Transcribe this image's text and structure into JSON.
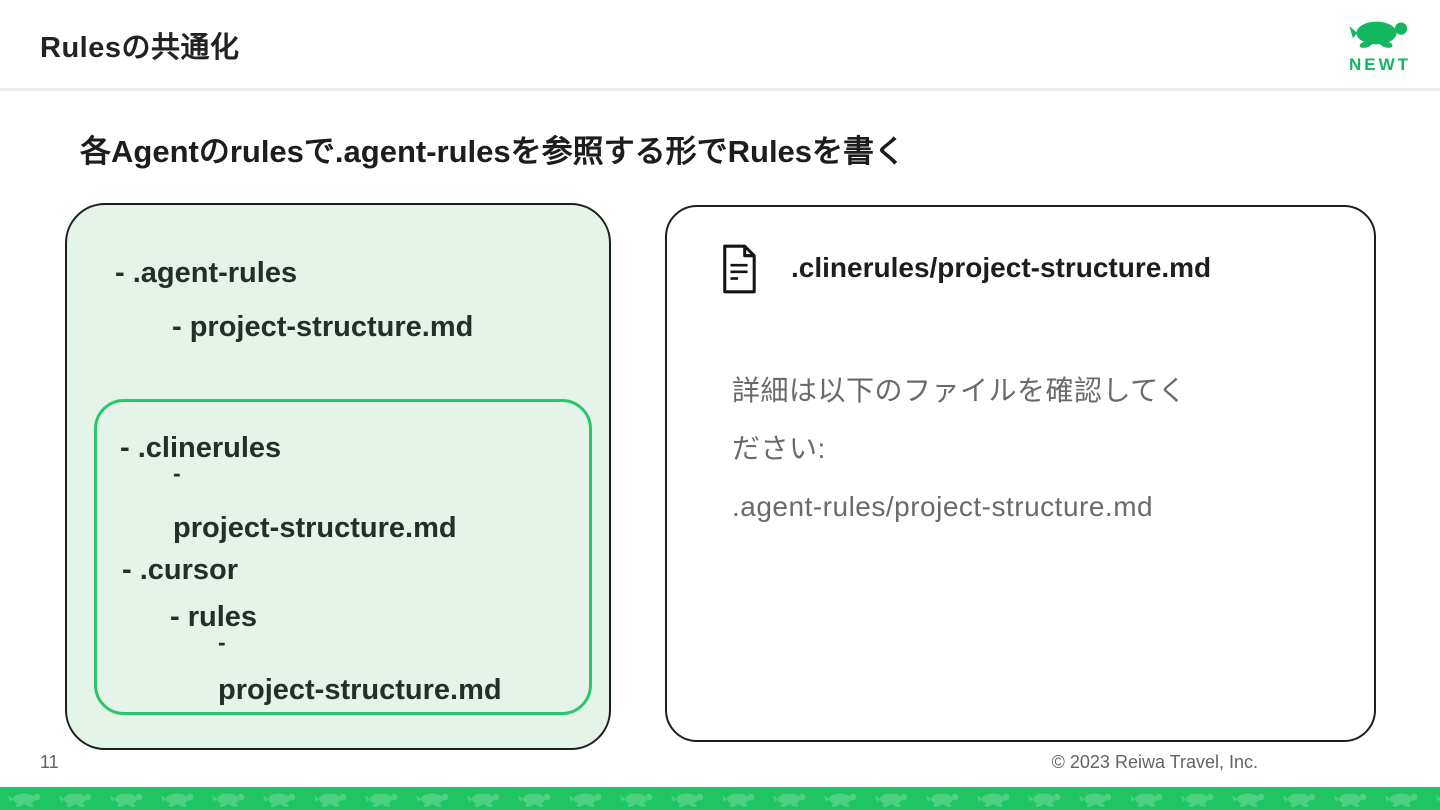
{
  "slide": {
    "title": "Rulesの共通化",
    "subtitle": "各Agentのrulesで.agent-rulesを参照する形でRulesを書く",
    "page_number": "11",
    "copyright": "© 2023 Reiwa Travel, Inc."
  },
  "logo": {
    "wordmark": "NEWT",
    "icon": "turtle-icon"
  },
  "file_tree_panel": {
    "lines": [
      {
        "text": "- .agent-rules"
      },
      {
        "text": "- project-structure.md"
      }
    ],
    "highlight_box_lines": [
      {
        "text": "- .clinerules"
      },
      {
        "text": "-"
      },
      {
        "text": "project-structure.md"
      },
      {
        "text": "- .cursor"
      },
      {
        "text": "- rules"
      },
      {
        "text": "-"
      },
      {
        "text": "project-structure.md"
      }
    ]
  },
  "detail_panel": {
    "icon": "document-icon",
    "file_name": ".clinerules/project-structure.md",
    "body_lines": [
      "詳細は以下のファイルを確認してく",
      "ださい:",
      ".agent-rules/project-structure.md"
    ]
  },
  "colors": {
    "brand_green": "#12b75f",
    "panel_bg_green": "#e4f4e8",
    "highlight_border_green": "#2cc56c",
    "footer_green": "#1fc463",
    "footer_turtle_green": "#4bd084",
    "dark_border": "#1e1e1e",
    "text_dark": "#1d1d1d",
    "text_gray": "#6a6a6a",
    "muted_gray": "#5f6368",
    "divider_gray": "#ececec"
  }
}
